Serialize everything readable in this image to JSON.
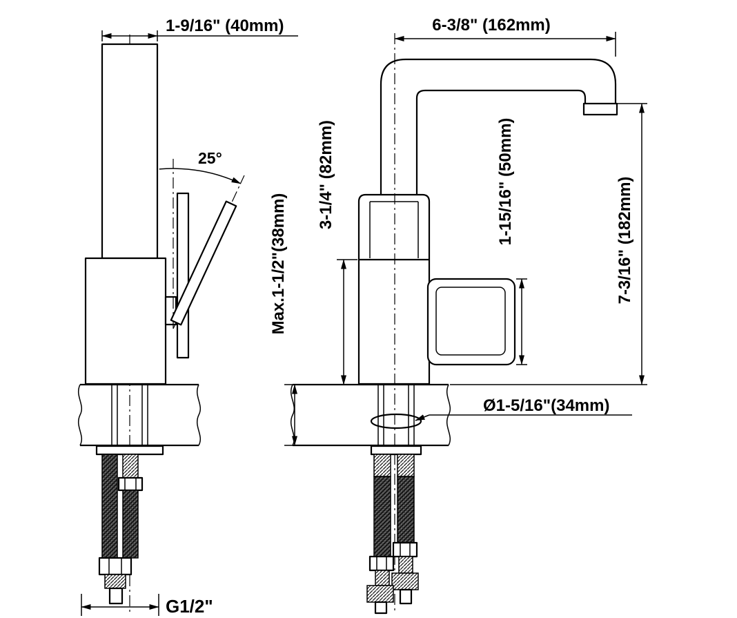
{
  "page": {
    "background": "#ffffff",
    "line_color": "#000000"
  },
  "labels": {
    "front_spout_width": "1-9/16\" (40mm)",
    "handle_angle": "25°",
    "thread_size": "G1/2\"",
    "spout_reach": "6-3/8\" (162mm)",
    "max_deck_thickness": "Max.1-1/2\"(38mm)",
    "body_height": "3-1/4\" (82mm)",
    "handle_length": "1-15/16\" (50mm)",
    "overall_height": "7-3/16\" (182mm)",
    "hole_diameter": "Ø1-5/16\"(34mm)"
  }
}
